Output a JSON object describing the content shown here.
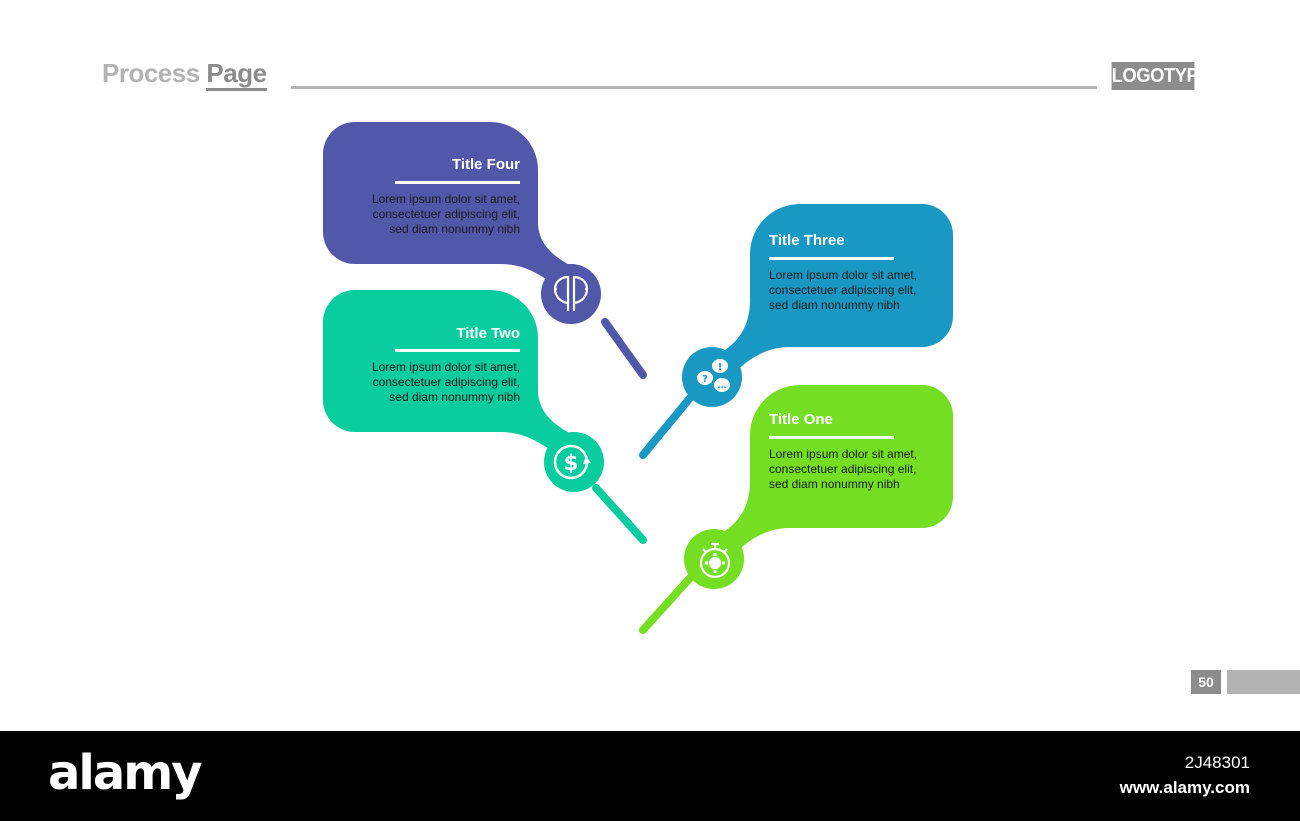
{
  "header": {
    "title_light": "Process ",
    "title_strong": "Page",
    "logo": "LOGOTYPE"
  },
  "page_number": "50",
  "cards": [
    {
      "id": "four",
      "title": "Title Four",
      "lines": [
        "Lorem ipsum dolor sit amet,",
        "consectetuer adipiscing elit,",
        "sed diam nonummy nibh"
      ],
      "color": "#5157a9",
      "icon": "two-heads-icon"
    },
    {
      "id": "three",
      "title": "Title Three",
      "lines": [
        "Lorem ipsum dolor sit amet,",
        "consectetuer adipiscing elit,",
        "sed diam nonummy nibh"
      ],
      "color": "#1898c2",
      "icon": "speech-bubbles-icon"
    },
    {
      "id": "two",
      "title": "Title Two",
      "lines": [
        "Lorem ipsum dolor sit amet,",
        "consectetuer adipiscing elit,",
        "sed diam nonummy nibh"
      ],
      "color": "#09cc9f",
      "icon": "dollar-cycle-icon"
    },
    {
      "id": "one",
      "title": "Title One",
      "lines": [
        "Lorem ipsum dolor sit amet,",
        "consectetuer adipiscing elit,",
        "sed diam nonummy nibh"
      ],
      "color": "#74df22",
      "icon": "stopwatch-gear-icon"
    }
  ],
  "footer": {
    "brand": "alamy",
    "image_id": "2J48301",
    "url": "www.alamy.com"
  }
}
